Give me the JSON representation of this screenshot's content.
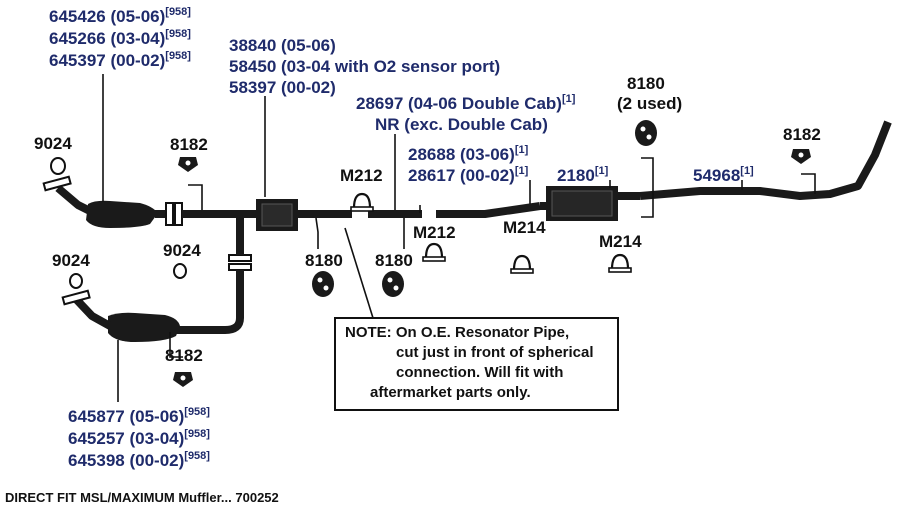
{
  "parts_top_cat": [
    {
      "part": "645426",
      "years": "(05-06)",
      "ref": "[958]"
    },
    {
      "part": "645266",
      "years": "(03-04)",
      "ref": "[958]"
    },
    {
      "part": "645397",
      "years": "(00-02)",
      "ref": "[958]"
    }
  ],
  "parts_bottom_cat": [
    {
      "part": "645877",
      "years": "(05-06)",
      "ref": "[958]"
    },
    {
      "part": "645257",
      "years": "(03-04)",
      "ref": "[958]"
    },
    {
      "part": "645398",
      "years": "(00-02)",
      "ref": "[958]"
    }
  ],
  "parts_resonator": [
    "38840 (05-06)",
    "58450 (03-04 with O2 sensor port)",
    "58397 (00-02)"
  ],
  "parts_cab": {
    "line1": "28697 (04-06 Double Cab)",
    "line1_ref": "[1]",
    "line2": "NR (exc. Double Cab)"
  },
  "parts_mid_pipe": [
    {
      "text": "28688 (03-06)",
      "ref": "[1]"
    },
    {
      "text": "28617 (00-02)",
      "ref": "[1]"
    }
  ],
  "muffler": {
    "part": "2180",
    "ref": "[1]"
  },
  "tailpipe": {
    "part": "54968",
    "ref": "[1]"
  },
  "hanger_8180_top": {
    "part": "8180",
    "note": "(2 used)"
  },
  "labels": {
    "gasket_left_top": "9024",
    "gasket_mid": "9024",
    "gasket_left_bottom": "9024",
    "hanger_8182_top": "8182",
    "hanger_8182_bottom": "8182",
    "hanger_8182_right": "8182",
    "hanger_8180_a": "8180",
    "hanger_8180_b": "8180",
    "clamp_m212_top": "M212",
    "clamp_m212_bottom": "M212",
    "clamp_m214_mid": "M214",
    "clamp_m214_right": "M214"
  },
  "note": {
    "line1": "NOTE: On O.E. Resonator Pipe,",
    "line2": "cut just in front of spherical",
    "line3": "connection. Will fit with",
    "line4": "aftermarket parts only."
  },
  "footer": "DIRECT FIT MSL/MAXIMUM Muffler... 700252",
  "colors": {
    "part_blue": "#1f2b6b",
    "line": "#111111"
  }
}
